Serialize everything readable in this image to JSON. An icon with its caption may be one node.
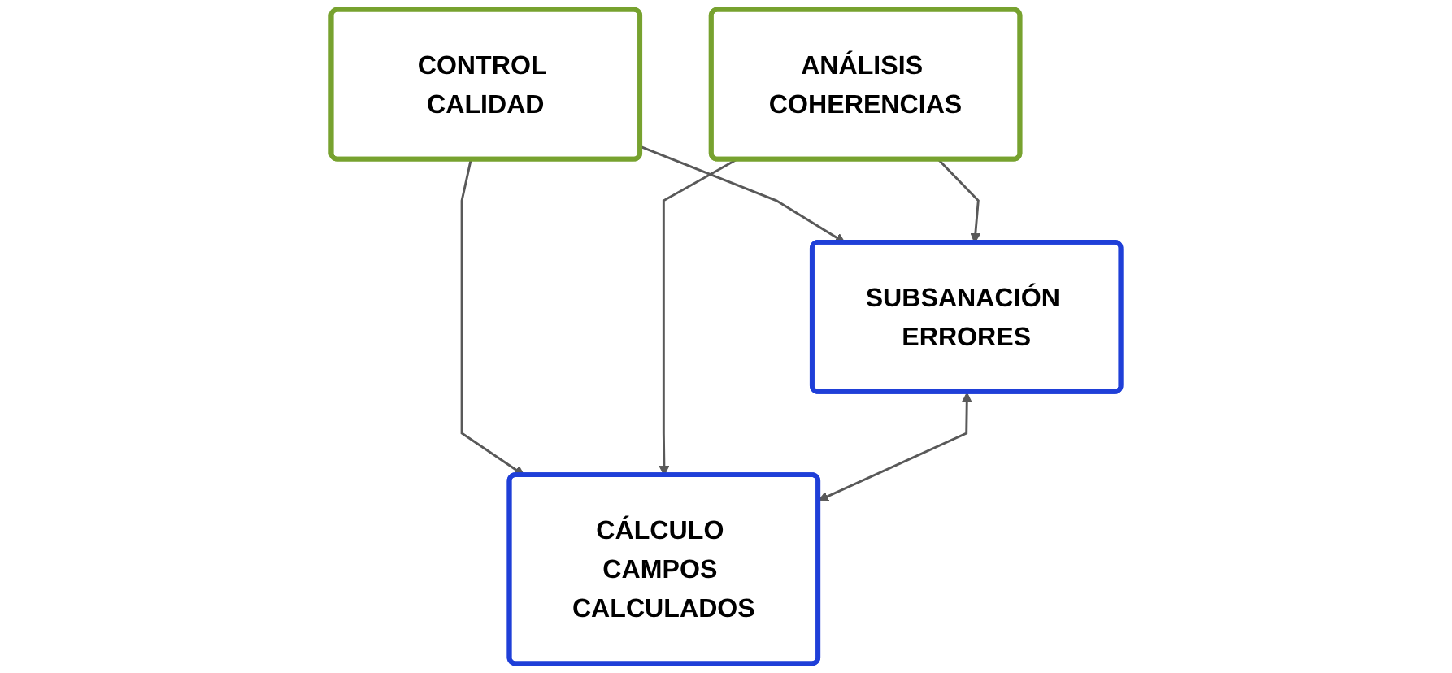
{
  "diagram": {
    "nodes": [
      {
        "text": [
          "CONTROL CALIDAD"
        ]
      },
      {
        "text": [
          "ANÁLISIS COHERENCIAS"
        ]
      },
      {
        "text": [
          "SUBSANACIÓN ERRORES"
        ]
      },
      {
        "text": [
          "CÁLCULO CAMPOS CALCULADOS"
        ]
      }
    ],
    "edges": [
      {
        "from": 0,
        "to": 2,
        "arrow": "to"
      },
      {
        "from": 0,
        "to": 3,
        "arrow": "to"
      },
      {
        "from": 1,
        "to": 2,
        "arrow": "to"
      },
      {
        "from": 1,
        "to": 3,
        "arrow": "to"
      },
      {
        "from": 2,
        "to": 3,
        "arrow": "both"
      }
    ]
  }
}
